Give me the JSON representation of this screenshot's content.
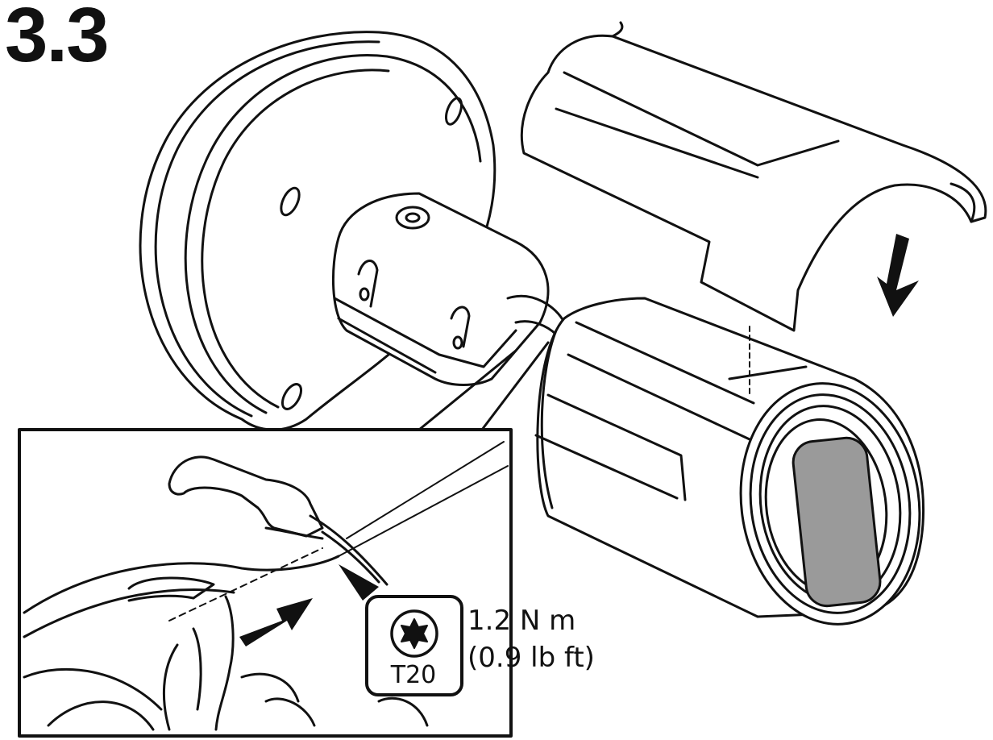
{
  "step": {
    "number": "3.3"
  },
  "tool": {
    "bit_label": "T20",
    "torque_metric": "1.2 N m",
    "torque_imperial": "(0.9 lb ft)"
  },
  "colors": {
    "line": "#111111",
    "lens_window": "#9a9a9a",
    "background": "#ffffff"
  },
  "icons": [
    "torx-bit-icon",
    "down-arrow-icon",
    "insert-arrow-icon"
  ]
}
